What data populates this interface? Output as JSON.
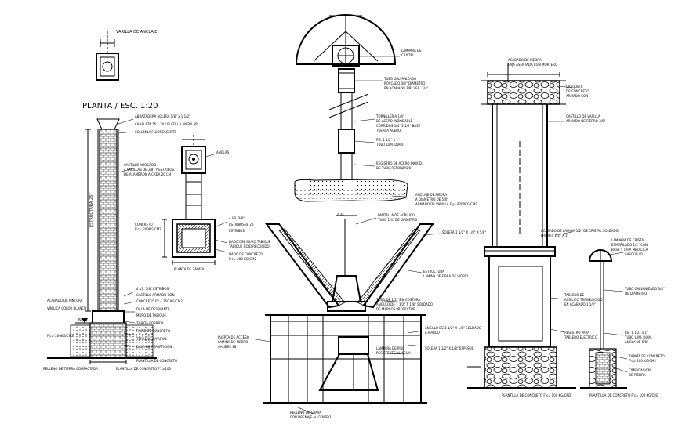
{
  "drawing": {
    "plan_label": "PLANTA / ESC. 1:20",
    "section_height_label": "ESTRUCTURA 25\"",
    "detail_labels": [
      "PLANTILLA DE CONCRETO F'c= 100 KG/CM2",
      "PLANTILLA DE CONCRETO F'c= 100 KG/CM2"
    ],
    "colors": {
      "ink": "#000000",
      "paper": "#ffffff"
    }
  }
}
